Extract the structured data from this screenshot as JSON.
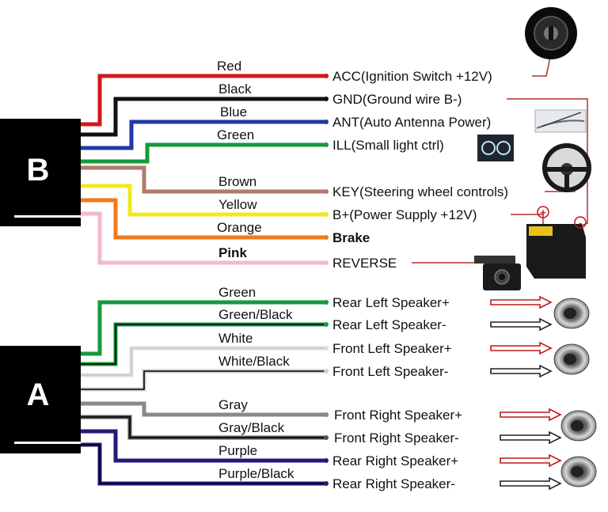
{
  "connectors": [
    {
      "letter": "B",
      "wires": [
        {
          "color_name": "Red",
          "hex": "#d4161e",
          "function": "ACC(Ignition Switch +12V)",
          "device": "ignition-switch"
        },
        {
          "color_name": "Black",
          "hex": "#111111",
          "function": "GND(Ground wire B-)",
          "device": "ground"
        },
        {
          "color_name": "Blue",
          "hex": "#1f3aa6",
          "function": "ANT(Auto Antenna Power)",
          "device": "antenna"
        },
        {
          "color_name": "Green",
          "hex": "#169a3c",
          "function": "ILL(Small light ctrl)",
          "device": "headlight"
        },
        {
          "color_name": "Brown",
          "hex": "#b07a6c",
          "function": "KEY(Steering wheel controls)",
          "device": "steering-wheel"
        },
        {
          "color_name": "Yellow",
          "hex": "#f2e81c",
          "function": "B+(Power Supply +12V)",
          "device": "battery"
        },
        {
          "color_name": "Orange",
          "hex": "#f07a1a",
          "function": "Brake",
          "device": ""
        },
        {
          "color_name": "Pink",
          "hex": "#f3b8cf",
          "function": "REVERSE",
          "device": "reverse-camera"
        }
      ]
    },
    {
      "letter": "A",
      "wires": [
        {
          "color_name": "Green",
          "hex": "#169a3c",
          "function": "Rear Left Speaker+",
          "polarity": "+"
        },
        {
          "color_name": "Green/Black",
          "hex": "#169a3c",
          "function": "Rear Left Speaker-",
          "polarity": "-"
        },
        {
          "color_name": "White",
          "hex": "#dddddd",
          "function": "Front Left Speaker+",
          "polarity": "+"
        },
        {
          "color_name": "White/Black",
          "hex": "#cfcfcf",
          "function": "Front Left Speaker-",
          "polarity": "-"
        },
        {
          "color_name": "Gray",
          "hex": "#8a8a8a",
          "function": "Front Right Speaker+",
          "polarity": "+"
        },
        {
          "color_name": "Gray/Black",
          "hex": "#555555",
          "function": "Front Right Speaker-",
          "polarity": "-"
        },
        {
          "color_name": "Purple",
          "hex": "#221a7a",
          "function": "Rear Right Speaker+",
          "polarity": "+"
        },
        {
          "color_name": "Purple/Black",
          "hex": "#221a7a",
          "function": "Rear Right Speaker-",
          "polarity": "-"
        }
      ]
    }
  ],
  "battery_terminals": {
    "positive": "+",
    "negative": "-"
  },
  "colors": {
    "connector_fill": "#000000",
    "ground_link": "#b03030",
    "plus_arrow": "#c01818",
    "minus_arrow": "#222222"
  }
}
